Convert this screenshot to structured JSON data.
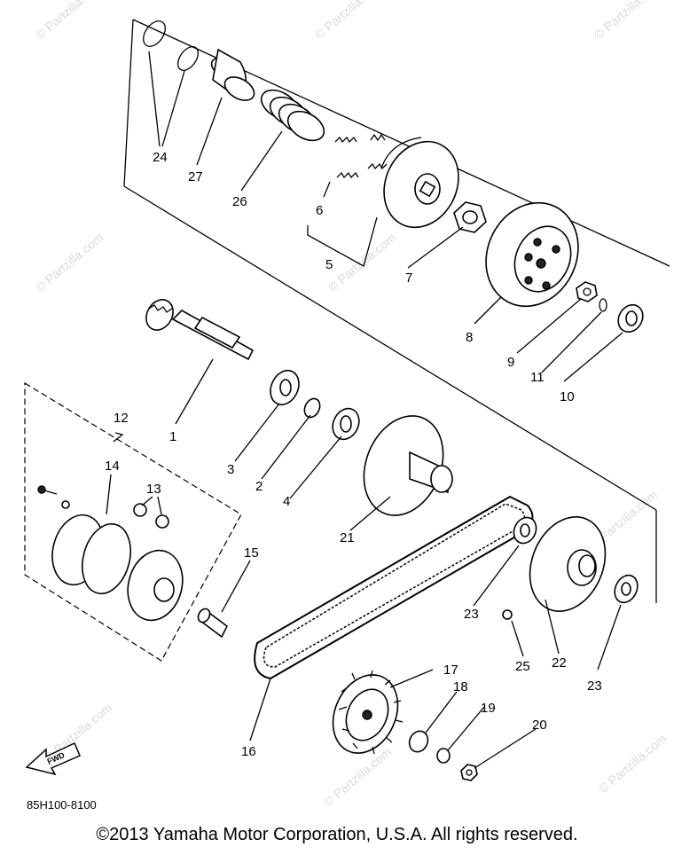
{
  "watermark": "© Partzilla.com",
  "diagram_code": "85H100-8100",
  "fwd_label": "FWD",
  "copyright": "©2013 Yamaha Motor Corporation, U.S.A. All rights reserved.",
  "callouts": {
    "c1": "1",
    "c2": "2",
    "c3": "3",
    "c4": "4",
    "c5": "5",
    "c6": "6",
    "c7": "7",
    "c8": "8",
    "c9": "9",
    "c10": "10",
    "c11": "11",
    "c12": "12",
    "c13": "13",
    "c14": "14",
    "c15": "15",
    "c16": "16",
    "c17": "17",
    "c18": "18",
    "c19": "19",
    "c20": "20",
    "c21": "21",
    "c22": "22",
    "c23a": "23",
    "c23b": "23",
    "c24": "24",
    "c25": "25",
    "c26": "26",
    "c27": "27"
  }
}
